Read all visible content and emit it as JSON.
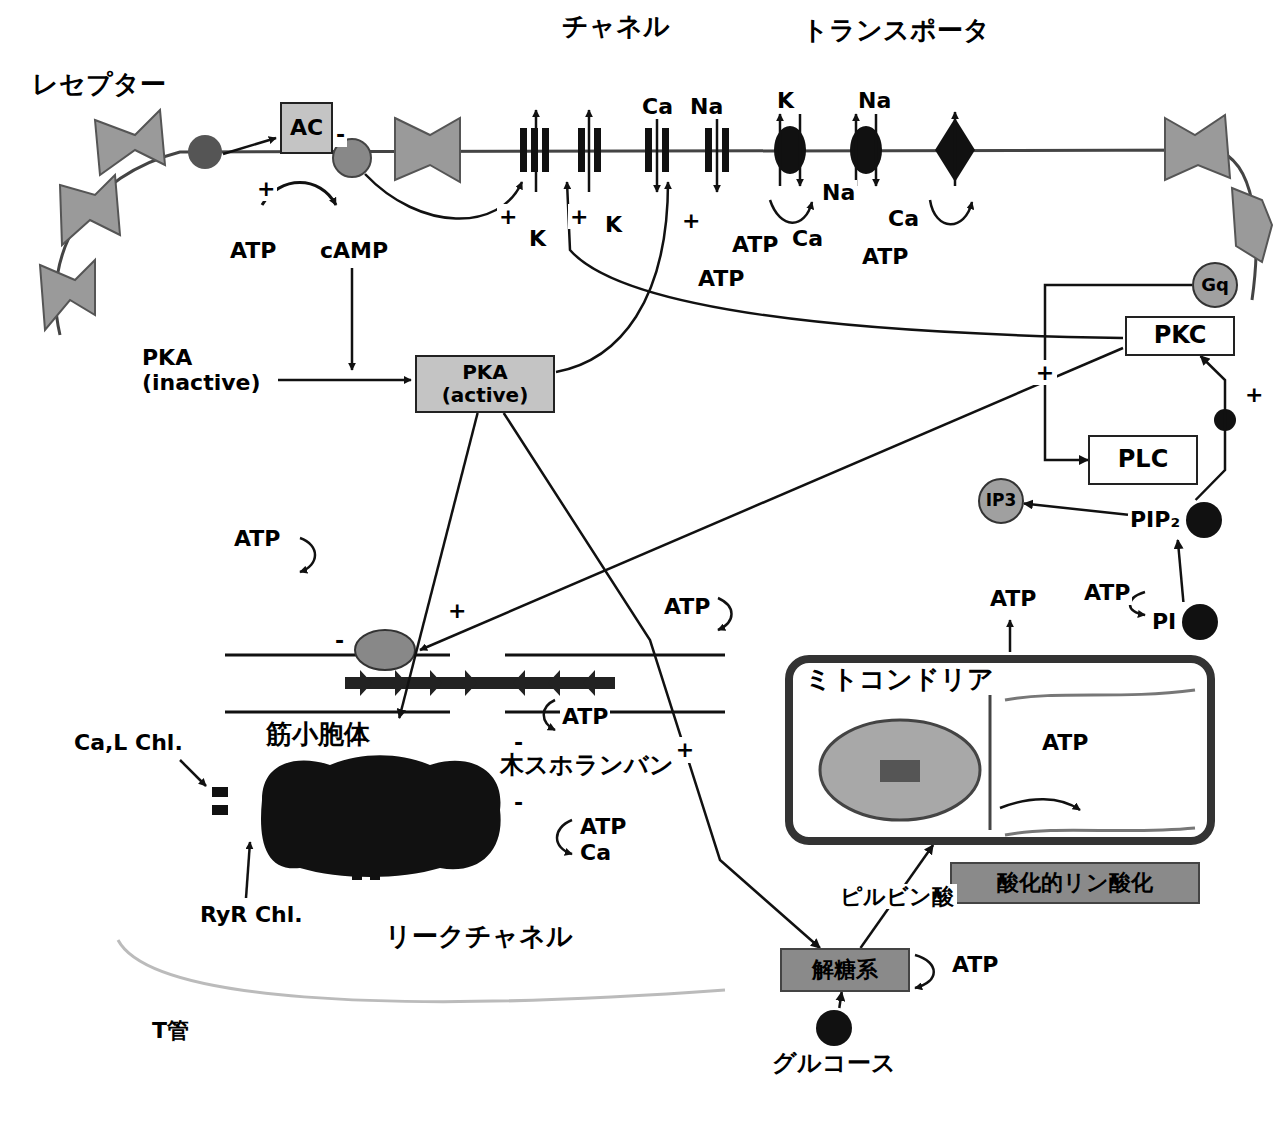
{
  "diagram": {
    "nodes": [
      {
        "text": [
          "AC"
        ]
      },
      {
        "text": [
          "Gq"
        ]
      },
      {
        "text": [
          "PKC"
        ]
      },
      {
        "text": [
          "PKA (active)"
        ]
      },
      {
        "text": [
          "PLC"
        ]
      },
      {
        "text": [
          "IP3"
        ]
      },
      {
        "text": [
          "PIP₂"
        ]
      },
      {
        "text": [
          "PI"
        ]
      },
      {
        "text": [
          "筋小胞体"
        ]
      },
      {
        "text": [
          "ミトコンドリア"
        ]
      },
      {
        "text": [
          "酸化的リン酸化"
        ]
      },
      {
        "text": [
          "解糖系"
        ]
      },
      {
        "text": [
          "グルコース"
        ]
      }
    ],
    "edges": [
      {
        "from": 3,
        "to": 8,
        "arrow": "to"
      },
      {
        "from": 1,
        "to": 4,
        "label": "+",
        "arrow": "to"
      },
      {
        "from": 6,
        "to": 2,
        "arrow": "to"
      },
      {
        "from": 6,
        "to": 5,
        "arrow": "to"
      },
      {
        "from": 7,
        "to": 6,
        "arrow": "to"
      },
      {
        "from": 3,
        "to": 11,
        "label": "+",
        "arrow": "to"
      },
      {
        "from": 12,
        "to": 11,
        "arrow": "to"
      },
      {
        "from": 11,
        "to": 9,
        "label": "ピルビン酸",
        "arrow": "to"
      }
    ],
    "labels": [
      "レセプター",
      "チャネル",
      "トランスポータ",
      "Ca",
      "Na",
      "K",
      "Na",
      "+",
      "-",
      "+",
      "+",
      "+",
      "K",
      "K",
      "Na",
      "Ca",
      "Ca",
      "ATP",
      "ATP",
      "ATP",
      "ATP",
      "cAMP",
      "PKA (inactive)",
      "ATP",
      "-",
      "+",
      "ATP",
      "ATP",
      "-",
      "木スホランバン",
      "-",
      "ATP",
      "Ca",
      "ATP",
      "ATP",
      "ATP",
      "ATP",
      "Ca,L Chl.",
      "RyR Chl.",
      "リークチャネル",
      "T管",
      "+"
    ]
  }
}
